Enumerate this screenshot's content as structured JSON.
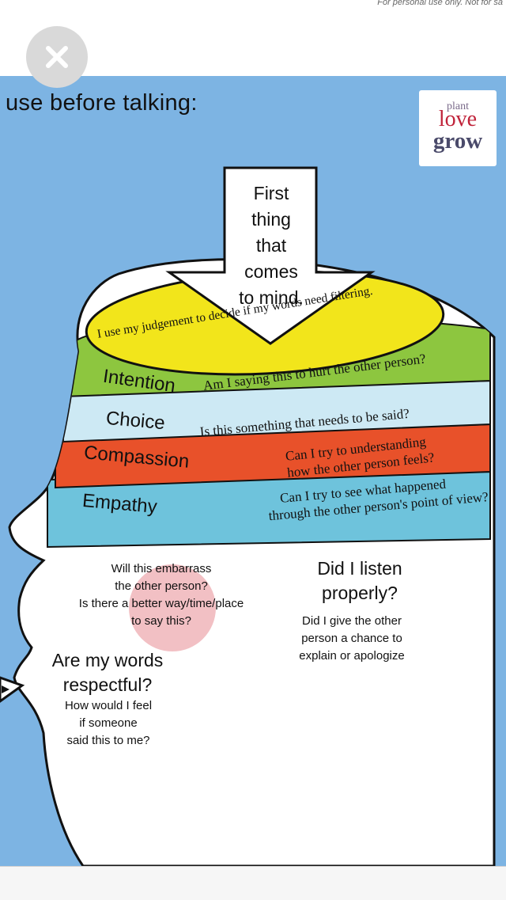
{
  "watermark": "For personal use only. Not for sa",
  "close_button": {
    "icon": "close-icon"
  },
  "poster": {
    "title": "use before talking:",
    "logo": {
      "plant": "plant",
      "love": "love",
      "grow": "grow"
    },
    "arrow_lines": [
      "First",
      "thing",
      "that",
      "comes",
      "to mind."
    ],
    "top_band": "I use my judgement to decide if my words need filtering.",
    "bands": [
      {
        "label": "Intention",
        "question": "Am I saying this to hurt the other person?"
      },
      {
        "label": "Choice",
        "question": "Is this something that needs to be said?"
      },
      {
        "label": "Compassion",
        "question_lines": [
          "Can I try to understanding",
          "how the other person feels?"
        ]
      },
      {
        "label": "Empathy",
        "question_lines": [
          "Can I try to see what happened",
          "through the other person's point of view?"
        ]
      }
    ],
    "head": {
      "embarrass_lines": [
        "Will this embarrass",
        "the other person?",
        "Is there a better way/time/place",
        "to say this?"
      ],
      "listen_heading_lines": [
        "Did I listen",
        "properly?"
      ],
      "listen_detail_lines": [
        "Did I give the other",
        "person a chance to",
        "explain or apologize"
      ],
      "respect_heading_lines": [
        "Are my words",
        "respectful?"
      ],
      "respect_detail_lines": [
        "How would I feel",
        "if someone",
        "said this to me?"
      ]
    },
    "colors": {
      "background": "#7db4e3",
      "yellow": "#f2e51b",
      "green": "#8dc63f",
      "light_blue": "#cde9f4",
      "orange": "#e8512a",
      "teal": "#6ec3dc",
      "pink_spot": "#f2c0c4"
    }
  }
}
